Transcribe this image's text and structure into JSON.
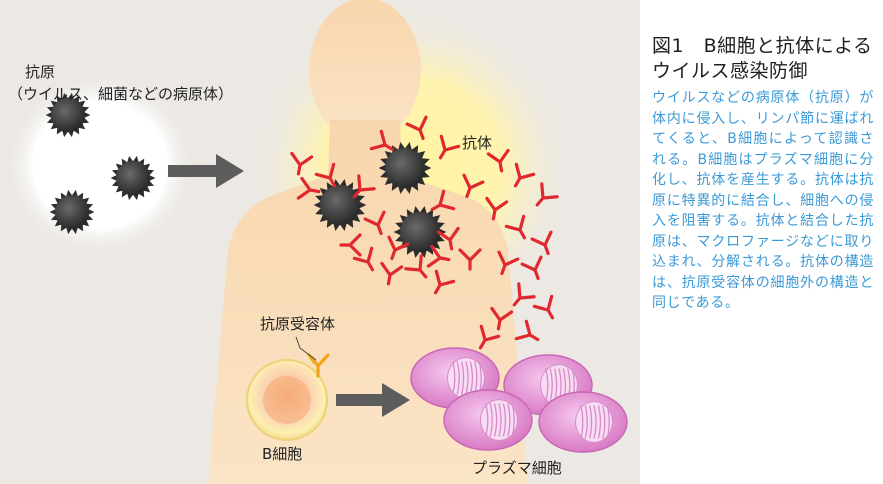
{
  "figure": {
    "labels": {
      "antigen_title": "抗原",
      "antigen_subtitle": "（ウイルス、細菌などの病原体）",
      "antibody": "抗体",
      "antigen_receptor": "抗原受容体",
      "b_cell": "B細胞",
      "plasma_cell": "プラズマ細胞"
    }
  },
  "caption": {
    "title": "図1　B細胞と抗体によるウイルス感染防御",
    "body": "ウイルスなどの病原体（抗原）が体内に侵入し、リンパ節に運ばれてくると、B細胞によって認識される。B細胞はプラズマ細胞に分化し、抗体を産生する。抗体は抗原に特異的に結合し、細胞への侵入を阻害する。抗体と結合した抗原は、マクロファージなどに取り込まれ、分解される。抗体の構造は、抗原受容体の細胞外の構造と同じである。"
  },
  "colors": {
    "background": "#ece9e5",
    "body_skin": "#f7d9b5",
    "glow": "#fff5a0",
    "antibody": "#e0282e",
    "receptor": "#f2a51a",
    "virus": "#3c3c3c",
    "plasma_cell": "#e79bd6",
    "arrow": "#5d5d5d",
    "caption_text": "#3a9ad6"
  }
}
